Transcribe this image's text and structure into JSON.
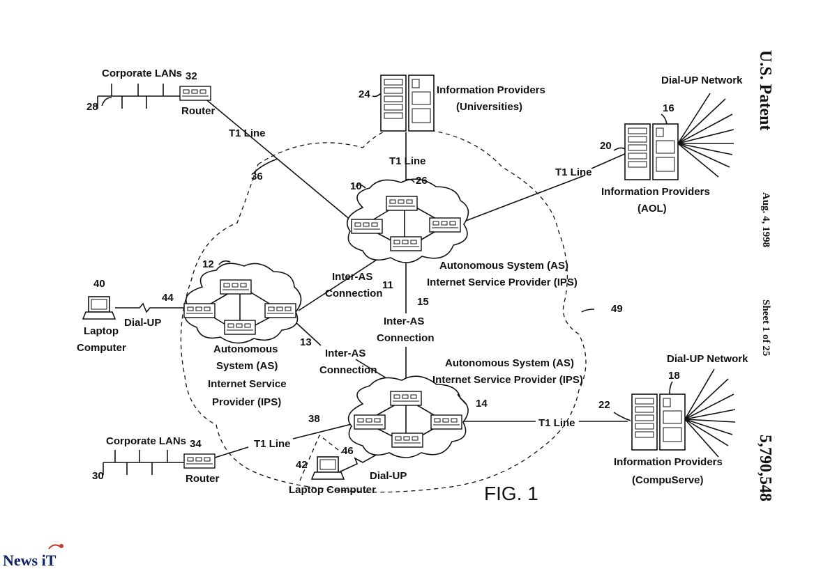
{
  "side_info": {
    "patent_title": "U.S. Patent",
    "date": "Aug. 4, 1998",
    "sheet": "Sheet 1 of 25",
    "patent_number": "5,790,548"
  },
  "figure_label": "FIG. 1",
  "watermark": "News iT",
  "labels": {
    "corporate_lans_top": "Corporate LANs",
    "corporate_lans_bottom": "Corporate LANs",
    "router_top": "Router",
    "router_bottom": "Router",
    "t1_line_top_left": "T1 Line",
    "t1_line_top_center": "T1 Line",
    "t1_line_top_right": "T1 Line",
    "t1_line_bottom_left": "T1 Line",
    "t1_line_bottom_right": "T1 Line",
    "info_universities_1": "Information Providers",
    "info_universities_2": "(Universities)",
    "info_aol_1": "Information Providers",
    "info_aol_2": "(AOL)",
    "info_compuserve_1": "Information Providers",
    "info_compuserve_2": "(CompuServe)",
    "dialup_network_top": "Dial-UP Network",
    "dialup_network_bottom": "Dial-UP Network",
    "laptop_left_1": "Laptop",
    "laptop_left_2": "Computer",
    "laptop_bottom": "Laptop Computer",
    "dialup_left": "Dial-UP",
    "dialup_bottom": "Dial-UP",
    "inter_as_1a": "Inter-AS",
    "inter_as_1b": "Connection",
    "inter_as_2a": "Inter-AS",
    "inter_as_2b": "Connection",
    "inter_as_3a": "Inter-AS",
    "inter_as_3b": "Connection",
    "as_top_1": "Autonomous System (AS)",
    "as_top_2": "Internet Service Provider (IPS)",
    "as_left_1": "Autonomous",
    "as_left_2": "System (AS)",
    "as_left_3": "Internet Service",
    "as_left_4": "Provider (IPS)",
    "as_bottom_1": "Autonomous System (AS)",
    "as_bottom_2": "Internet Service Provider (IPS)"
  },
  "refs": {
    "r10": "10",
    "r11": "11",
    "r12": "12",
    "r13": "13",
    "r14": "14",
    "r15": "15",
    "r16": "16",
    "r18": "18",
    "r20": "20",
    "r22": "22",
    "r24": "24",
    "r26": "26",
    "r28": "28",
    "r30": "30",
    "r32": "32",
    "r34": "34",
    "r36": "36",
    "r38": "38",
    "r40": "40",
    "r42": "42",
    "r44": "44",
    "r46": "46",
    "r49": "49"
  }
}
